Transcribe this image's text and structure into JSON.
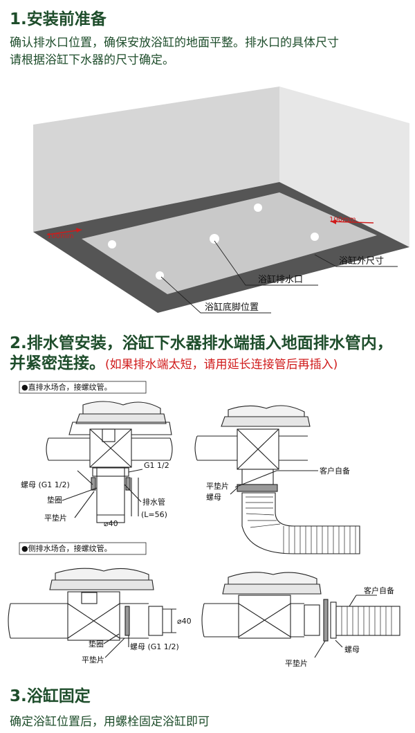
{
  "section1": {
    "title": "1.安装前准备",
    "line1": "确认排水口位置，确保安放浴缸的地面平整。排水口的具体尺寸",
    "line2": "请根据浴缸下水器的尺寸确定。",
    "dim_left": "100mm",
    "dim_right": "100mm",
    "label_outer": "浴缸外尺寸",
    "label_drain": "浴缸排水口",
    "label_feet": "浴缸底脚位置"
  },
  "section2": {
    "title_line1": "2.排水管安装，浴缸下水器排水端插入地面排水管内，",
    "title_line2": "并紧密连接。",
    "note": "(如果排水端太短，请用延长连接管后再插入)",
    "diag_a": {
      "caption": "●直排水场合，接螺纹管。",
      "g_label": "G1 1/2",
      "nut": "螺母 (G1 1/2)",
      "gasket": "垫圈",
      "flat_gasket": "平垫片",
      "pipe": "排水管",
      "length": "(L=56)",
      "diameter": "⌀40"
    },
    "diag_b": {
      "customer": "客户自备",
      "flat_gasket": "平垫片",
      "nut": "螺母"
    },
    "diag_c": {
      "caption": "●侧排水场合，接螺纹管。",
      "diameter": "⌀40",
      "gasket": "垫圈",
      "nut": "螺母 (G1 1/2)",
      "flat_gasket": "平垫片"
    },
    "diag_d": {
      "customer": "客户自备",
      "nut": "螺母",
      "flat_gasket": "平垫片"
    }
  },
  "section3": {
    "title": "3.浴缸固定",
    "text": "确定浴缸位置后，用螺栓固定浴缸即可"
  }
}
